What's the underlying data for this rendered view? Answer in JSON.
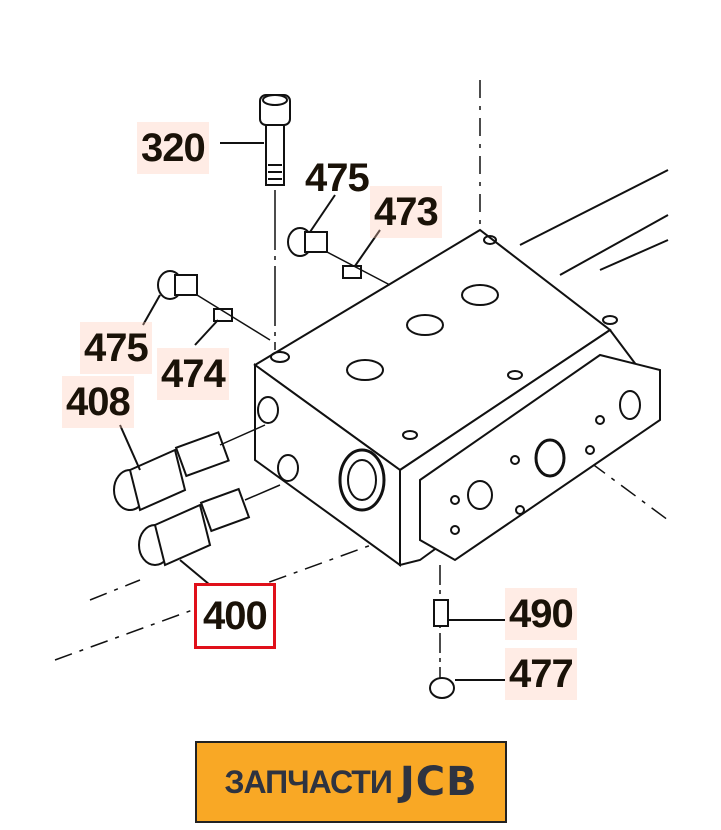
{
  "callouts": [
    {
      "id": "320",
      "highlighted": true
    },
    {
      "id": "475",
      "highlighted": false
    },
    {
      "id": "473",
      "highlighted": true
    },
    {
      "id": "475",
      "highlighted": true
    },
    {
      "id": "474",
      "highlighted": true
    },
    {
      "id": "408",
      "highlighted": true
    },
    {
      "id": "400",
      "highlighted": true,
      "selected": true
    },
    {
      "id": "490",
      "highlighted": true
    },
    {
      "id": "477",
      "highlighted": true
    }
  ],
  "logo": {
    "text": "ЗАПЧАСТИ",
    "brand": "JCB",
    "background": "#f9a825",
    "text_color": "#2e3340"
  },
  "selection_color": "#e0101a"
}
